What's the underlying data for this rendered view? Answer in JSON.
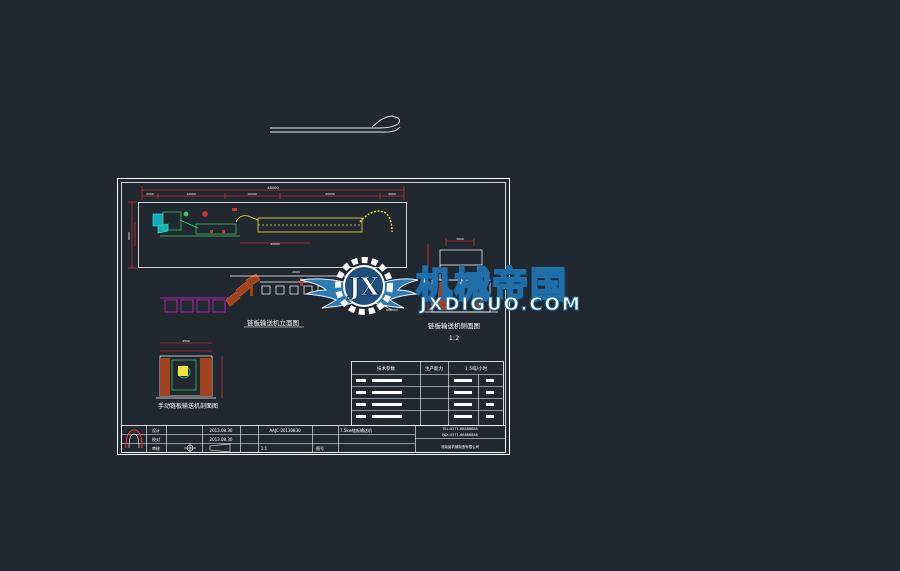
{
  "colors": {
    "background": "#212830",
    "frame": "#ffffff",
    "dimension": "#ff3030",
    "outline_green": "#37d26b",
    "yellow": "#f0e040",
    "magenta": "#d020c8",
    "cyan": "#20d8d8",
    "brick": "#a0421e",
    "watermark_blue": "#1f6ea8"
  },
  "drawing": {
    "overall_dim": "48000",
    "top_dims": [
      "2000",
      "12000",
      "10000",
      "20000",
      "4000"
    ],
    "plan_height_dim": "9000",
    "plan_inner_dim": "40000",
    "elevation_dim": "2000",
    "side_width_dim": "4500",
    "section_top_dim": "3000",
    "view_label_elevation": "链板输送机立面图",
    "view_label_section": "链板输送机侧面图",
    "section_scale": "1:2",
    "view_label_side": "手动链板输送机剖面图",
    "spec_table": {
      "header_left": "技术参数",
      "header_mid": "生产能力",
      "header_right": "1.5吨/小时"
    },
    "title_block": {
      "row1": [
        "设计",
        "2013.08.30",
        "AAJC-20130830",
        "7.5kw链板输送机"
      ],
      "row2": [
        "校对",
        "2013.08.30"
      ],
      "row3": [
        "审核",
        "1:1",
        "图号"
      ],
      "tel": "TEL:0371-68888888",
      "fax": "FAX:0371-68888888",
      "company": "河南省机械制造有限公司"
    }
  },
  "watermark": {
    "logo_letters": "JX",
    "text_cn": "机械帝国",
    "text_en": "JXDIGUO.COM"
  }
}
